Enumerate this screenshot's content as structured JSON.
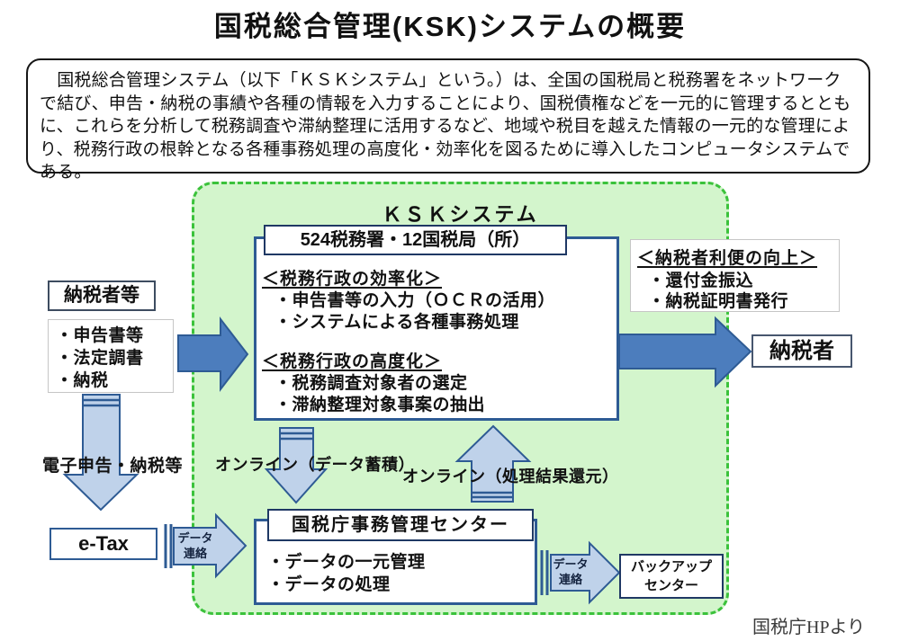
{
  "title": "国税総合管理(KSK)システムの概要",
  "description": "　国税総合管理システム（以下「ＫＳＫシステム」という。）は、全国の国税局と税務署をネットワークで結び、申告・納税の事績や各種の情報を入力することにより、国税債権などを一元的に管理するとともに、これらを分析して税務調査や滞納整理に活用するなど、地域や税目を越えた情報の一元的な管理により、税務行政の根幹となる各種事務処理の高度化・効率化を図るために導入したコンピュータシステムである。",
  "ksk": {
    "label": "ＫＳＫシステム",
    "office_header": "524税務署・12国税局（所）",
    "efficiency": {
      "heading": "＜税務行政の効率化＞",
      "items": [
        "・申告書等の入力（ＯＣＲの活用）",
        "・システムによる各種事務処理"
      ]
    },
    "advancement": {
      "heading": "＜税務行政の高度化＞",
      "items": [
        "・税務調査対象者の選定",
        "・滞納整理対象事案の抽出"
      ]
    }
  },
  "left": {
    "taxpayer_box": "納税者等",
    "inputs": [
      "・申告書等",
      "・法定調書",
      "・納税"
    ],
    "etax_arrow_label": "電子申告・納税等",
    "etax_box": "e-Tax"
  },
  "center": {
    "header": "国税庁事務管理センター",
    "items": [
      "・データの一元管理",
      "・データの処理"
    ],
    "backup_line1": "バックアップ",
    "backup_line2": "センター"
  },
  "right": {
    "benefit_heading": "＜納税者利便の向上＞",
    "benefit_items": [
      "・還付金振込",
      "・納税証明書発行"
    ],
    "taxpayer_box": "納税者"
  },
  "arrows": {
    "online_store_label": "オンライン（データ蓄積）",
    "online_return_label": "オンライン（処理結果還元）",
    "datalink1_line1": "データ",
    "datalink1_line2": "連絡",
    "datalink2_line1": "データ",
    "datalink2_line2": "連絡"
  },
  "footer": {
    "source": "国税庁HPより"
  },
  "colors": {
    "ksk_fill": "#d3f5cc",
    "ksk_dash": "#3bc23b",
    "box_border_blue": "#2e5b94",
    "box_border_navy": "#1f3864",
    "big_arrow_fill": "#4c7dbd",
    "light_arrow_fill": "#bfd2ea"
  }
}
